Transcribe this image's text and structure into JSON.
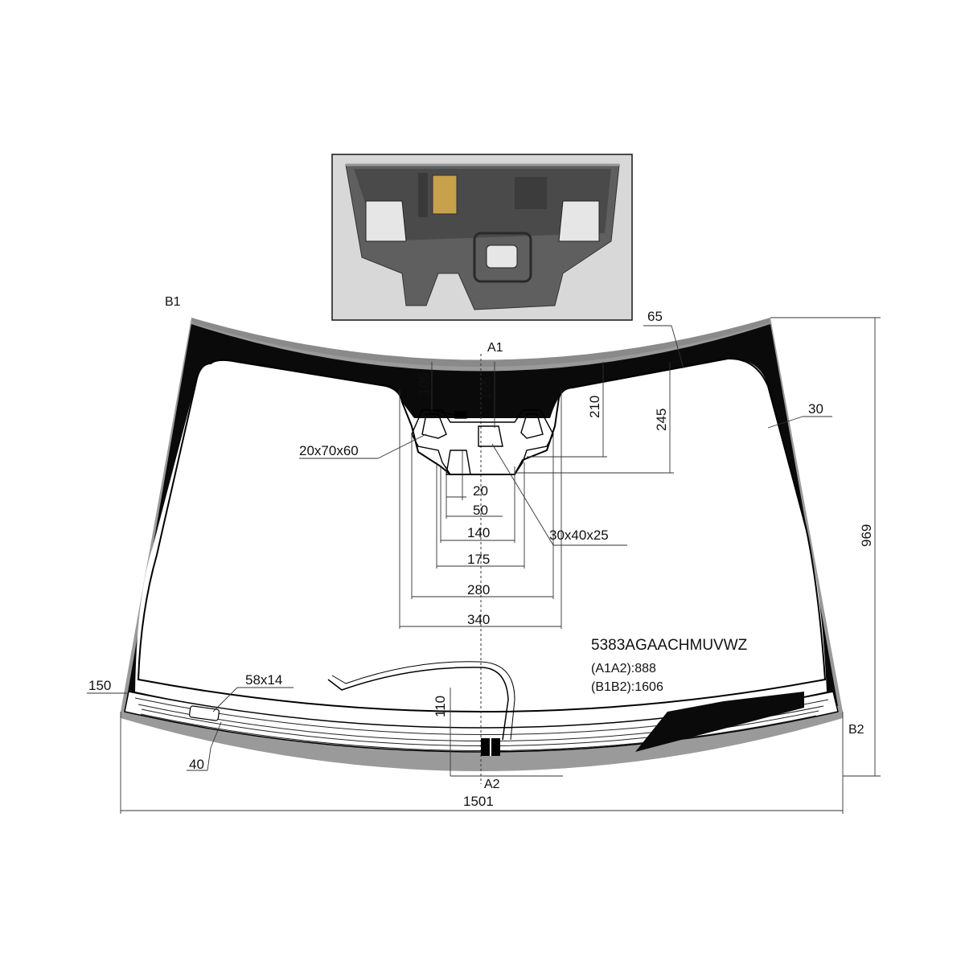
{
  "points": {
    "b1": "B1",
    "b2": "B2",
    "a1": "A1",
    "a2": "A2"
  },
  "dimensions": {
    "d65": "65",
    "d30": "30",
    "d969": "969",
    "d1501": "1501",
    "d150": "150",
    "d105": "105",
    "d155": "155",
    "d210": "210",
    "d245": "245",
    "d20": "20",
    "d50": "50",
    "d140": "140",
    "d175": "175",
    "d280": "280",
    "d340": "340",
    "d110": "110",
    "d40": "40"
  },
  "callouts": {
    "bracket_size": "20x70x60",
    "sensor_size": "30x40x25",
    "heated_area": "58x14"
  },
  "info": {
    "part_code": "5383AGAACHMUVWZ",
    "a1a2": "(A1A2):888",
    "b1b2": "(B1B2):1606"
  },
  "colors": {
    "glass_tint": "#9a9a9a",
    "black_frit": "#0a0a0a",
    "photo_bg": "#6d6d6d"
  }
}
